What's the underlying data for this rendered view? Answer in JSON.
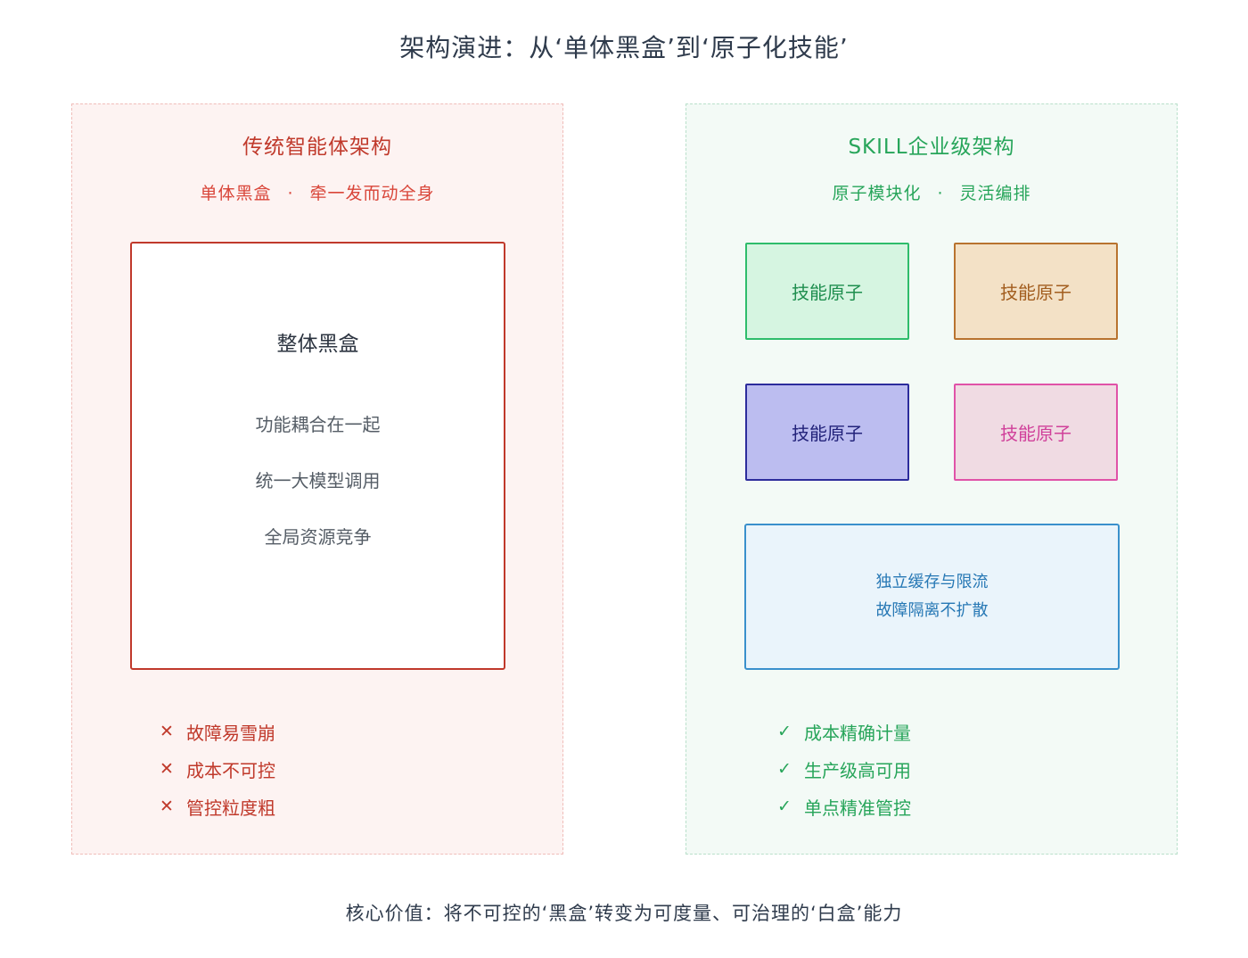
{
  "title": "架构演进：从‘单体黑盒’到‘原子化技能’",
  "left": {
    "title": "传统智能体架构",
    "subtitle_a": "单体黑盒",
    "subtitle_sep": "·",
    "subtitle_b": "牵一发而动全身",
    "box": {
      "title": "整体黑盒",
      "lines": [
        "功能耦合在一起",
        "统一大模型调用",
        "全局资源竞争"
      ]
    },
    "results": [
      {
        "mark": "✕",
        "text": "故障易雪崩"
      },
      {
        "mark": "✕",
        "text": "成本不可控"
      },
      {
        "mark": "✕",
        "text": "管控粒度粗"
      }
    ]
  },
  "right": {
    "title": "SKILL企业级架构",
    "subtitle_a": "原子模块化",
    "subtitle_sep": "·",
    "subtitle_b": "灵活编排",
    "atoms": [
      "技能原子",
      "技能原子",
      "技能原子",
      "技能原子"
    ],
    "isolation": {
      "line1": "独立缓存与限流",
      "line2": "故障隔离不扩散"
    },
    "results": [
      {
        "mark": "✓",
        "text": "成本精确计量"
      },
      {
        "mark": "✓",
        "text": "生产级高可用"
      },
      {
        "mark": "✓",
        "text": "单点精准管控"
      }
    ]
  },
  "footer": "核心价值：将不可控的‘黑盒’转变为可度量、可治理的‘白盒’能力",
  "colors": {
    "left_accent": "#c0392b",
    "right_accent": "#27a55a",
    "isolation_accent": "#3a90cc"
  }
}
